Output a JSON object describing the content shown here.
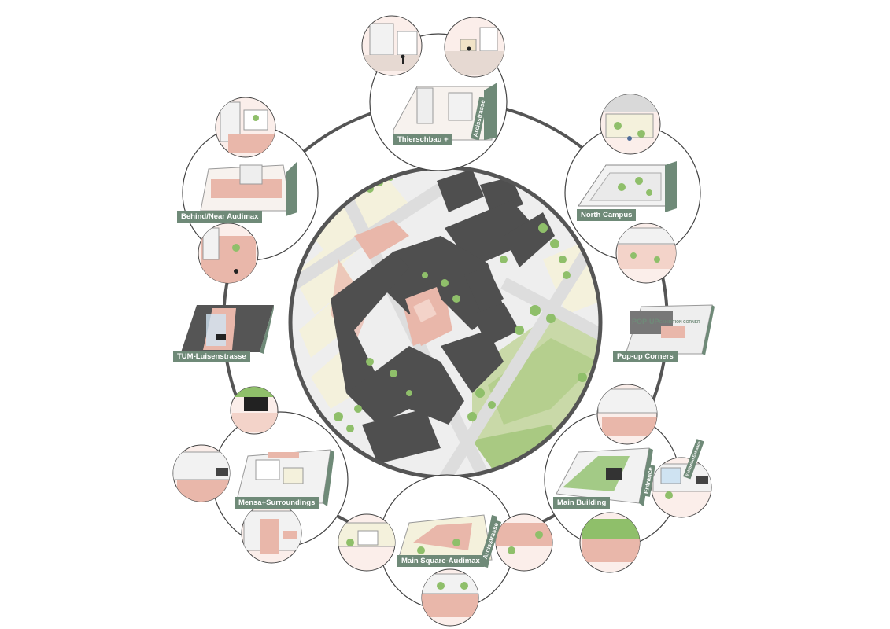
{
  "diagram": {
    "zones": [
      {
        "key": "thierschbau",
        "label": "Thierschbau +",
        "side_label": "Arcisstrasse"
      },
      {
        "key": "north_campus",
        "label": "North Campus"
      },
      {
        "key": "popup",
        "label": "Pop-up Corners",
        "sign_main": "POP-UP",
        "sign_sub": "EXHIBITION CORNER"
      },
      {
        "key": "main_building",
        "label": "Main Building",
        "side_label": "Entrance",
        "sign": "Exhibition Entrance"
      },
      {
        "key": "main_square",
        "label": "Main Square-Audimax",
        "side_label": "Arcisstrasse"
      },
      {
        "key": "mensa",
        "label": "Mensa+Surroundings"
      },
      {
        "key": "luisenstrasse",
        "label": "TUM-Luisenstrasse"
      },
      {
        "key": "audimax",
        "label": "Behind/Near Audimax"
      }
    ],
    "colors": {
      "ring": "#555555",
      "building": "#4f4f4f",
      "green": "#8fbf6a",
      "pink": "#e9b7aa",
      "label_bg": "#6f8a78",
      "street": "#e6e6e6",
      "block": "#f4f1dc"
    }
  }
}
